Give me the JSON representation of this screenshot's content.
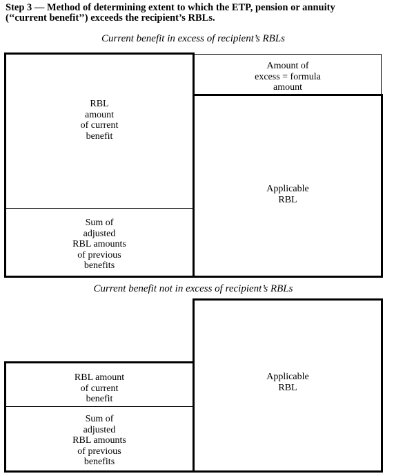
{
  "heading": {
    "line1": "Step 3 — Method of determining extent to which the ETP, pension or annuity",
    "line2": "(‘‘current benefit’’) exceeds the recipient’s RBLs."
  },
  "excess_diagram": {
    "caption": "Current benefit in excess of recipient’s RBLs",
    "rbl_current": [
      "RBL",
      "amount",
      "of current",
      "benefit"
    ],
    "sum_previous": [
      "Sum of",
      "adjusted",
      "RBL amounts",
      "of previous",
      "benefits"
    ],
    "excess_amount": [
      "Amount of",
      "excess = formula",
      "amount"
    ],
    "applicable_rbl": [
      "Applicable",
      "RBL"
    ]
  },
  "not_excess_diagram": {
    "caption": "Current benefit not in excess of recipient’s RBLs",
    "rbl_current": [
      "RBL amount",
      "of current",
      "benefit"
    ],
    "sum_previous": [
      "Sum of",
      "adjusted",
      "RBL amounts",
      "of previous",
      "benefits"
    ],
    "applicable_rbl": [
      "Applicable",
      "RBL"
    ]
  }
}
